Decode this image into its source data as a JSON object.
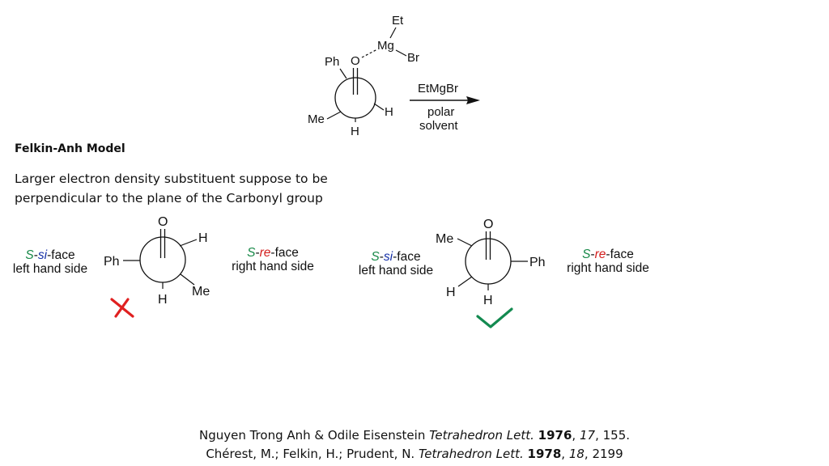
{
  "colors": {
    "s_label": "#1a8a4a",
    "si_label": "#1530a8",
    "re_label": "#d3201f",
    "cross_mark": "#e02020",
    "check_mark": "#138a50"
  },
  "top_scheme": {
    "et": "Et",
    "mg": "Mg",
    "br": "Br",
    "o": "O",
    "ph": "Ph",
    "me": "Me",
    "h_right": "H",
    "h_bottom": "H",
    "reagent": "EtMgBr",
    "solvent_line1": "polar",
    "solvent_line2": "solvent"
  },
  "section": {
    "title": "Felkin-Anh Model",
    "line1": "Larger electron density substituent suppose to be",
    "line2": "perpendicular to the plane of the Carbonyl group"
  },
  "left_projection": {
    "o": "O",
    "h_top": "H",
    "ph": "Ph",
    "me": "Me",
    "h_bottom": "H",
    "si_face": {
      "s": "S",
      "dash": "-",
      "si": "si",
      "suffix": "-face",
      "side": "left hand side"
    },
    "re_face": {
      "s": "S",
      "dash": "-",
      "re": "re",
      "suffix": "-face",
      "side": "right hand side"
    },
    "verdict_icon": "cross-icon"
  },
  "right_projection": {
    "o": "O",
    "me": "Me",
    "ph": "Ph",
    "h_left": "H",
    "h_bottom": "H",
    "si_face": {
      "s": "S",
      "dash": "-",
      "si": "si",
      "suffix": "-face",
      "side": "left hand side"
    },
    "re_face": {
      "s": "S",
      "dash": "-",
      "re": "re",
      "suffix": "-face",
      "side": "right hand side"
    },
    "verdict_icon": "check-icon"
  },
  "references": {
    "ref1": {
      "authors": "Nguyen Trong Anh & Odile Eisenstein ",
      "journal": "Tetrahedron Lett.",
      "sp1": " ",
      "year": "1976",
      "c1": ", ",
      "volume": "17",
      "c2": ", ",
      "page": "155."
    },
    "ref2": {
      "authors": "Chérest, M.; Felkin, H.; Prudent, N. ",
      "journal": "Tetrahedron Lett.",
      "sp1": " ",
      "year": "1978",
      "c1": ", ",
      "volume": "18",
      "c2": ", ",
      "page": "2199"
    }
  }
}
